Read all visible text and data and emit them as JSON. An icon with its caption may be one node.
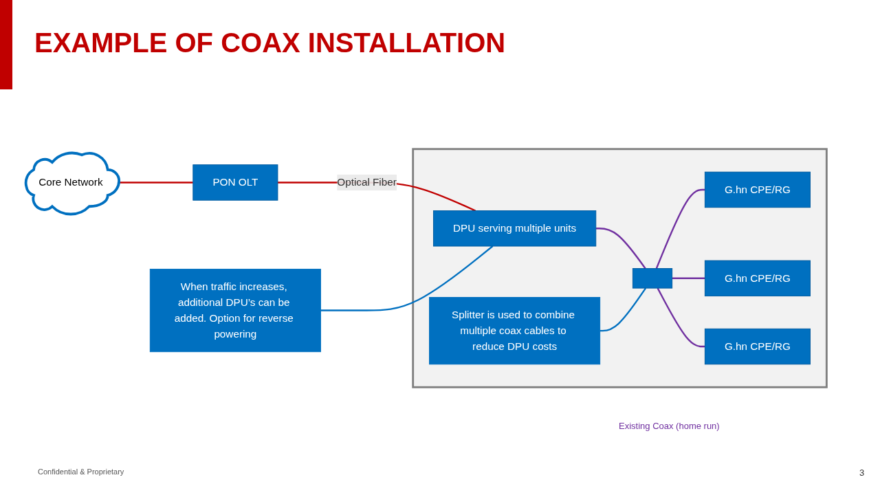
{
  "diagram": {
    "title": "EXAMPLE OF COAX INSTALLATION",
    "nodes": [
      {
        "text": [
          "Core Network"
        ]
      },
      {
        "text": [
          "PON OLT"
        ]
      },
      {
        "text": [],
        "shape": "house"
      },
      {
        "text": [
          "G.hn CPE/RG"
        ],
        "in": 2
      },
      {
        "text": [
          "G.hn CPE/RG"
        ],
        "in": 2
      },
      {
        "text": [
          "G.hn CPE/RG"
        ],
        "in": 2
      },
      {
        "text": [
          "When traffic increases, additional DPU’s can be added. Option for reverse powering"
        ]
      },
      {
        "text": [
          "DPU serving multiple units"
        ],
        "in": 2
      },
      {
        "text": [],
        "shape": "box",
        "in": 2
      },
      {
        "text": [
          "Splitter is used to combine multiple coax cables to reduce DPU costs"
        ],
        "in": 2
      }
    ],
    "edges": [
      {
        "from": 0,
        "to": 1,
        "arrow": "none",
        "color": "#c00000"
      },
      {
        "from": 1,
        "to": 7,
        "arrow": "none",
        "label": "Optical Fiber",
        "color": "#c00000"
      },
      {
        "from": 7,
        "to": 8,
        "arrow": "none"
      },
      {
        "from": 8,
        "to": 3,
        "arrow": "none"
      },
      {
        "from": 8,
        "to": 4,
        "arrow": "none"
      },
      {
        "from": 8,
        "to": 5,
        "arrow": "none"
      },
      {
        "from": 6,
        "to": 7,
        "arrow": "none",
        "color": "#0070c0"
      },
      {
        "from": 9,
        "to": 8,
        "arrow": "none",
        "color": "#0070c0"
      }
    ],
    "labels": [
      "Existing Coax (home run)",
      "Confidential & Proprietary",
      "3"
    ]
  }
}
